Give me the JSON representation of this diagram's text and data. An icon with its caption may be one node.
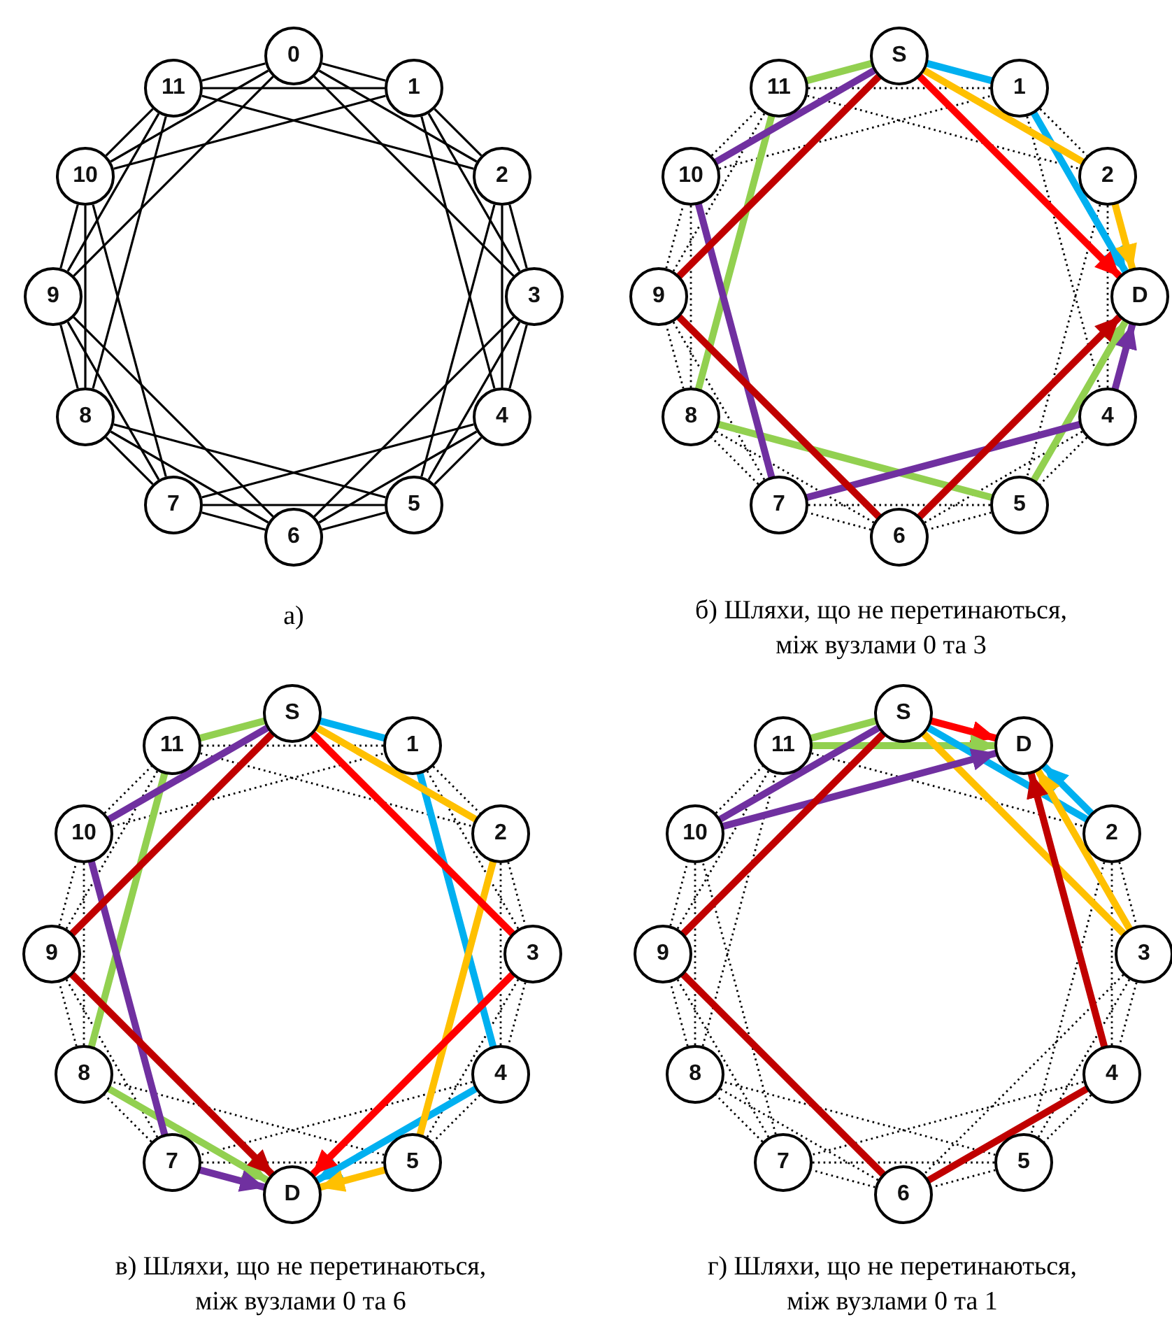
{
  "diagram": {
    "nodes": [
      {
        "text": [
          "0"
        ]
      },
      {
        "text": [
          "1"
        ]
      },
      {
        "text": [
          "2"
        ]
      },
      {
        "text": [
          "3"
        ]
      },
      {
        "text": [
          "4"
        ]
      },
      {
        "text": [
          "5"
        ]
      },
      {
        "text": [
          "6"
        ]
      },
      {
        "text": [
          "7"
        ]
      },
      {
        "text": [
          "8"
        ]
      },
      {
        "text": [
          "9"
        ]
      },
      {
        "text": [
          "10"
        ]
      },
      {
        "text": [
          "11"
        ]
      },
      {
        "text": [
          "S"
        ]
      },
      {
        "text": [
          "1"
        ]
      },
      {
        "text": [
          "2"
        ]
      },
      {
        "text": [
          "D"
        ]
      },
      {
        "text": [
          "4"
        ]
      },
      {
        "text": [
          "5"
        ]
      },
      {
        "text": [
          "6"
        ]
      },
      {
        "text": [
          "7"
        ]
      },
      {
        "text": [
          "8"
        ]
      },
      {
        "text": [
          "9"
        ]
      },
      {
        "text": [
          "10"
        ]
      },
      {
        "text": [
          "11"
        ]
      },
      {
        "text": [
          "S"
        ]
      },
      {
        "text": [
          "1"
        ]
      },
      {
        "text": [
          "2"
        ]
      },
      {
        "text": [
          "3"
        ]
      },
      {
        "text": [
          "4"
        ]
      },
      {
        "text": [
          "5"
        ]
      },
      {
        "text": [
          "D"
        ]
      },
      {
        "text": [
          "7"
        ]
      },
      {
        "text": [
          "8"
        ]
      },
      {
        "text": [
          "9"
        ]
      },
      {
        "text": [
          "10"
        ]
      },
      {
        "text": [
          "11"
        ]
      },
      {
        "text": [
          "S"
        ]
      },
      {
        "text": [
          "D"
        ]
      },
      {
        "text": [
          "2"
        ]
      },
      {
        "text": [
          "3"
        ]
      },
      {
        "text": [
          "4"
        ]
      },
      {
        "text": [
          "5"
        ]
      },
      {
        "text": [
          "6"
        ]
      },
      {
        "text": [
          "7"
        ]
      },
      {
        "text": [
          "8"
        ]
      },
      {
        "text": [
          "9"
        ]
      },
      {
        "text": [
          "10"
        ]
      },
      {
        "text": [
          "11"
        ]
      }
    ],
    "edges": [
      {
        "from": 0,
        "to": 1,
        "arrow": "none"
      },
      {
        "from": 0,
        "to": 2,
        "arrow": "none"
      },
      {
        "from": 0,
        "to": 3,
        "arrow": "none"
      },
      {
        "from": 1,
        "to": 2,
        "arrow": "none"
      },
      {
        "from": 1,
        "to": 3,
        "arrow": "none"
      },
      {
        "from": 1,
        "to": 4,
        "arrow": "none"
      },
      {
        "from": 2,
        "to": 3,
        "arrow": "none"
      },
      {
        "from": 2,
        "to": 4,
        "arrow": "none"
      },
      {
        "from": 2,
        "to": 5,
        "arrow": "none"
      },
      {
        "from": 3,
        "to": 4,
        "arrow": "none"
      },
      {
        "from": 3,
        "to": 5,
        "arrow": "none"
      },
      {
        "from": 3,
        "to": 6,
        "arrow": "none"
      },
      {
        "from": 4,
        "to": 5,
        "arrow": "none"
      },
      {
        "from": 4,
        "to": 6,
        "arrow": "none"
      },
      {
        "from": 4,
        "to": 7,
        "arrow": "none"
      },
      {
        "from": 5,
        "to": 6,
        "arrow": "none"
      },
      {
        "from": 5,
        "to": 7,
        "arrow": "none"
      },
      {
        "from": 5,
        "to": 8,
        "arrow": "none"
      },
      {
        "from": 6,
        "to": 7,
        "arrow": "none"
      },
      {
        "from": 6,
        "to": 8,
        "arrow": "none"
      },
      {
        "from": 6,
        "to": 9,
        "arrow": "none"
      },
      {
        "from": 7,
        "to": 8,
        "arrow": "none"
      },
      {
        "from": 7,
        "to": 9,
        "arrow": "none"
      },
      {
        "from": 7,
        "to": 10,
        "arrow": "none"
      },
      {
        "from": 8,
        "to": 9,
        "arrow": "none"
      },
      {
        "from": 8,
        "to": 10,
        "arrow": "none"
      },
      {
        "from": 8,
        "to": 11,
        "arrow": "none"
      },
      {
        "from": 9,
        "to": 10,
        "arrow": "none"
      },
      {
        "from": 9,
        "to": 11,
        "arrow": "none"
      },
      {
        "from": 9,
        "to": 0,
        "arrow": "none"
      },
      {
        "from": 10,
        "to": 11,
        "arrow": "none"
      },
      {
        "from": 10,
        "to": 0,
        "arrow": "none"
      },
      {
        "from": 10,
        "to": 1,
        "arrow": "none"
      },
      {
        "from": 11,
        "to": 0,
        "arrow": "none"
      },
      {
        "from": 11,
        "to": 1,
        "arrow": "none"
      },
      {
        "from": 11,
        "to": 2,
        "arrow": "none"
      },
      {
        "from": 13,
        "to": 14,
        "arrow": "none",
        "style": "dashed"
      },
      {
        "from": 13,
        "to": 16,
        "arrow": "none",
        "style": "dashed"
      },
      {
        "from": 14,
        "to": 16,
        "arrow": "none",
        "style": "dashed"
      },
      {
        "from": 14,
        "to": 17,
        "arrow": "none",
        "style": "dashed"
      },
      {
        "from": 16,
        "to": 17,
        "arrow": "none",
        "style": "dashed"
      },
      {
        "from": 16,
        "to": 18,
        "arrow": "none",
        "style": "dashed"
      },
      {
        "from": 17,
        "to": 18,
        "arrow": "none",
        "style": "dashed"
      },
      {
        "from": 17,
        "to": 19,
        "arrow": "none",
        "style": "dashed"
      },
      {
        "from": 18,
        "to": 19,
        "arrow": "none",
        "style": "dashed"
      },
      {
        "from": 18,
        "to": 20,
        "arrow": "none",
        "style": "dashed"
      },
      {
        "from": 19,
        "to": 20,
        "arrow": "none",
        "style": "dashed"
      },
      {
        "from": 19,
        "to": 21,
        "arrow": "none",
        "style": "dashed"
      },
      {
        "from": 20,
        "to": 21,
        "arrow": "none",
        "style": "dashed"
      },
      {
        "from": 20,
        "to": 22,
        "arrow": "none",
        "style": "dashed"
      },
      {
        "from": 21,
        "to": 22,
        "arrow": "none",
        "style": "dashed"
      },
      {
        "from": 21,
        "to": 23,
        "arrow": "none",
        "style": "dashed"
      },
      {
        "from": 22,
        "to": 23,
        "arrow": "none",
        "style": "dashed"
      },
      {
        "from": 22,
        "to": 13,
        "arrow": "none",
        "style": "dashed"
      },
      {
        "from": 23,
        "to": 13,
        "arrow": "none",
        "style": "dashed"
      },
      {
        "from": 23,
        "to": 14,
        "arrow": "none",
        "style": "dashed"
      },
      {
        "from": 25,
        "to": 26,
        "arrow": "none",
        "style": "dashed"
      },
      {
        "from": 25,
        "to": 27,
        "arrow": "none",
        "style": "dashed"
      },
      {
        "from": 26,
        "to": 27,
        "arrow": "none",
        "style": "dashed"
      },
      {
        "from": 26,
        "to": 28,
        "arrow": "none",
        "style": "dashed"
      },
      {
        "from": 27,
        "to": 28,
        "arrow": "none",
        "style": "dashed"
      },
      {
        "from": 27,
        "to": 29,
        "arrow": "none",
        "style": "dashed"
      },
      {
        "from": 28,
        "to": 29,
        "arrow": "none",
        "style": "dashed"
      },
      {
        "from": 28,
        "to": 31,
        "arrow": "none",
        "style": "dashed"
      },
      {
        "from": 29,
        "to": 31,
        "arrow": "none",
        "style": "dashed"
      },
      {
        "from": 29,
        "to": 32,
        "arrow": "none",
        "style": "dashed"
      },
      {
        "from": 31,
        "to": 32,
        "arrow": "none",
        "style": "dashed"
      },
      {
        "from": 31,
        "to": 33,
        "arrow": "none",
        "style": "dashed"
      },
      {
        "from": 32,
        "to": 33,
        "arrow": "none",
        "style": "dashed"
      },
      {
        "from": 32,
        "to": 34,
        "arrow": "none",
        "style": "dashed"
      },
      {
        "from": 33,
        "to": 34,
        "arrow": "none",
        "style": "dashed"
      },
      {
        "from": 33,
        "to": 35,
        "arrow": "none",
        "style": "dashed"
      },
      {
        "from": 34,
        "to": 35,
        "arrow": "none",
        "style": "dashed"
      },
      {
        "from": 34,
        "to": 25,
        "arrow": "none",
        "style": "dashed"
      },
      {
        "from": 35,
        "to": 25,
        "arrow": "none",
        "style": "dashed"
      },
      {
        "from": 35,
        "to": 26,
        "arrow": "none",
        "style": "dashed"
      },
      {
        "from": 38,
        "to": 39,
        "arrow": "none",
        "style": "dashed"
      },
      {
        "from": 38,
        "to": 40,
        "arrow": "none",
        "style": "dashed"
      },
      {
        "from": 38,
        "to": 41,
        "arrow": "none",
        "style": "dashed"
      },
      {
        "from": 39,
        "to": 40,
        "arrow": "none",
        "style": "dashed"
      },
      {
        "from": 39,
        "to": 41,
        "arrow": "none",
        "style": "dashed"
      },
      {
        "from": 39,
        "to": 42,
        "arrow": "none",
        "style": "dashed"
      },
      {
        "from": 40,
        "to": 41,
        "arrow": "none",
        "style": "dashed"
      },
      {
        "from": 40,
        "to": 43,
        "arrow": "none",
        "style": "dashed"
      },
      {
        "from": 41,
        "to": 42,
        "arrow": "none",
        "style": "dashed"
      },
      {
        "from": 41,
        "to": 43,
        "arrow": "none",
        "style": "dashed"
      },
      {
        "from": 41,
        "to": 44,
        "arrow": "none",
        "style": "dashed"
      },
      {
        "from": 42,
        "to": 43,
        "arrow": "none",
        "style": "dashed"
      },
      {
        "from": 42,
        "to": 44,
        "arrow": "none",
        "style": "dashed"
      },
      {
        "from": 43,
        "to": 44,
        "arrow": "none",
        "style": "dashed"
      },
      {
        "from": 43,
        "to": 45,
        "arrow": "none",
        "style": "dashed"
      },
      {
        "from": 43,
        "to": 46,
        "arrow": "none",
        "style": "dashed"
      },
      {
        "from": 44,
        "to": 45,
        "arrow": "none",
        "style": "dashed"
      },
      {
        "from": 44,
        "to": 46,
        "arrow": "none",
        "style": "dashed"
      },
      {
        "from": 44,
        "to": 47,
        "arrow": "none",
        "style": "dashed"
      },
      {
        "from": 45,
        "to": 46,
        "arrow": "none",
        "style": "dashed"
      },
      {
        "from": 45,
        "to": 47,
        "arrow": "none",
        "style": "dashed"
      },
      {
        "from": 46,
        "to": 47,
        "arrow": "none",
        "style": "dashed"
      },
      {
        "from": 47,
        "to": 38,
        "arrow": "none",
        "style": "dashed"
      },
      {
        "from": 12,
        "to": 13,
        "arrow": "none",
        "style": "thick",
        "color": "#00b0f0"
      },
      {
        "from": 13,
        "to": 15,
        "arrow": "to",
        "style": "thick",
        "color": "#00b0f0"
      },
      {
        "from": 12,
        "to": 14,
        "arrow": "none",
        "style": "thick",
        "color": "#ffc000"
      },
      {
        "from": 14,
        "to": 15,
        "arrow": "to",
        "style": "thick",
        "color": "#ffc000"
      },
      {
        "from": 12,
        "to": 15,
        "arrow": "to",
        "style": "thick",
        "color": "#ff0000"
      },
      {
        "from": 12,
        "to": 23,
        "arrow": "none",
        "style": "thick",
        "color": "#92d050"
      },
      {
        "from": 23,
        "to": 20,
        "arrow": "none",
        "style": "thick",
        "color": "#92d050"
      },
      {
        "from": 20,
        "to": 17,
        "arrow": "none",
        "style": "thick",
        "color": "#92d050"
      },
      {
        "from": 17,
        "to": 15,
        "arrow": "to",
        "style": "thick",
        "color": "#92d050"
      },
      {
        "from": 12,
        "to": 22,
        "arrow": "none",
        "style": "thick",
        "color": "#7030a0"
      },
      {
        "from": 22,
        "to": 19,
        "arrow": "none",
        "style": "thick",
        "color": "#7030a0"
      },
      {
        "from": 19,
        "to": 16,
        "arrow": "none",
        "style": "thick",
        "color": "#7030a0"
      },
      {
        "from": 16,
        "to": 15,
        "arrow": "to",
        "style": "thick",
        "color": "#7030a0"
      },
      {
        "from": 12,
        "to": 21,
        "arrow": "none",
        "style": "thick",
        "color": "#c00000"
      },
      {
        "from": 21,
        "to": 18,
        "arrow": "none",
        "style": "thick",
        "color": "#c00000"
      },
      {
        "from": 18,
        "to": 15,
        "arrow": "to",
        "style": "thick",
        "color": "#c00000"
      },
      {
        "from": 24,
        "to": 25,
        "arrow": "none",
        "style": "thick",
        "color": "#00b0f0"
      },
      {
        "from": 25,
        "to": 28,
        "arrow": "none",
        "style": "thick",
        "color": "#00b0f0"
      },
      {
        "from": 28,
        "to": 30,
        "arrow": "to",
        "style": "thick",
        "color": "#00b0f0"
      },
      {
        "from": 24,
        "to": 26,
        "arrow": "none",
        "style": "thick",
        "color": "#ffc000"
      },
      {
        "from": 26,
        "to": 29,
        "arrow": "none",
        "style": "thick",
        "color": "#ffc000"
      },
      {
        "from": 29,
        "to": 30,
        "arrow": "to",
        "style": "thick",
        "color": "#ffc000"
      },
      {
        "from": 24,
        "to": 27,
        "arrow": "none",
        "style": "thick",
        "color": "#ff0000"
      },
      {
        "from": 27,
        "to": 30,
        "arrow": "to",
        "style": "thick",
        "color": "#ff0000"
      },
      {
        "from": 24,
        "to": 35,
        "arrow": "none",
        "style": "thick",
        "color": "#92d050"
      },
      {
        "from": 35,
        "to": 32,
        "arrow": "none",
        "style": "thick",
        "color": "#92d050"
      },
      {
        "from": 32,
        "to": 30,
        "arrow": "to",
        "style": "thick",
        "color": "#92d050"
      },
      {
        "from": 24,
        "to": 34,
        "arrow": "none",
        "style": "thick",
        "color": "#7030a0"
      },
      {
        "from": 34,
        "to": 31,
        "arrow": "none",
        "style": "thick",
        "color": "#7030a0"
      },
      {
        "from": 31,
        "to": 30,
        "arrow": "to",
        "style": "thick",
        "color": "#7030a0"
      },
      {
        "from": 24,
        "to": 33,
        "arrow": "none",
        "style": "thick",
        "color": "#c00000"
      },
      {
        "from": 33,
        "to": 30,
        "arrow": "to",
        "style": "thick",
        "color": "#c00000"
      },
      {
        "from": 36,
        "to": 37,
        "arrow": "to",
        "style": "thick",
        "color": "#ff0000"
      },
      {
        "from": 36,
        "to": 47,
        "arrow": "none",
        "style": "thick",
        "color": "#92d050"
      },
      {
        "from": 47,
        "to": 37,
        "arrow": "to",
        "style": "thick",
        "color": "#92d050"
      },
      {
        "from": 36,
        "to": 38,
        "arrow": "none",
        "style": "thick",
        "color": "#00b0f0"
      },
      {
        "from": 38,
        "to": 37,
        "arrow": "to",
        "style": "thick",
        "color": "#00b0f0"
      },
      {
        "from": 36,
        "to": 39,
        "arrow": "none",
        "style": "thick",
        "color": "#ffc000"
      },
      {
        "from": 39,
        "to": 37,
        "arrow": "to",
        "style": "thick",
        "color": "#ffc000"
      },
      {
        "from": 36,
        "to": 46,
        "arrow": "none",
        "style": "thick",
        "color": "#7030a0"
      },
      {
        "from": 46,
        "to": 37,
        "arrow": "to",
        "style": "thick",
        "color": "#7030a0"
      },
      {
        "from": 36,
        "to": 45,
        "arrow": "none",
        "style": "thick",
        "color": "#c00000"
      },
      {
        "from": 45,
        "to": 42,
        "arrow": "none",
        "style": "thick",
        "color": "#c00000"
      },
      {
        "from": 42,
        "to": 40,
        "arrow": "none",
        "style": "thick",
        "color": "#c00000"
      },
      {
        "from": 40,
        "to": 37,
        "arrow": "to",
        "style": "thick",
        "color": "#c00000"
      }
    ],
    "labels": [
      "а)",
      "б) Шляхи, що не перетинаються, між вузлами 0 та 3",
      "в) Шляхи, що не перетинаються, між вузлами 0 та 6",
      "г) Шляхи, що не перетинаються, між вузлами 0 та 1"
    ]
  }
}
